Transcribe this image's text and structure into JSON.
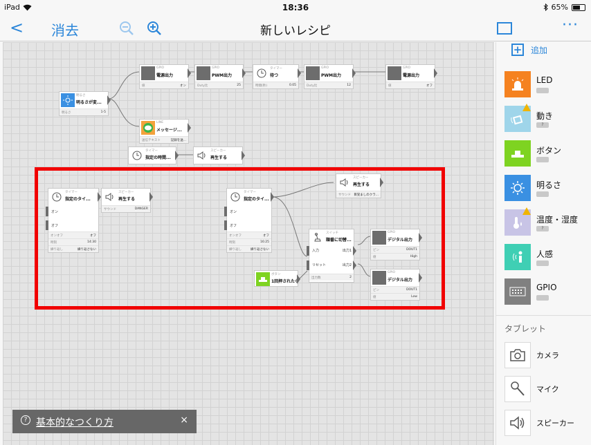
{
  "status_bar": {
    "device": "iPad",
    "time": "18:36",
    "battery": "65%",
    "battery_level": 0.65
  },
  "nav": {
    "back": "<",
    "clear": "消去",
    "title": "新しいレシピ",
    "more": "···"
  },
  "hint": {
    "text": "基本的なつくり方",
    "close": "×"
  },
  "sidebar": {
    "add": "追加",
    "items": [
      {
        "name": "LED",
        "color": "#f58220",
        "icon": "alert-light-icon",
        "badge": ""
      },
      {
        "name": "動き",
        "color": "#9fd5ea",
        "icon": "motion-icon",
        "badge": "?"
      },
      {
        "name": "ボタン",
        "color": "#7ed321",
        "icon": "button-icon",
        "badge": ""
      },
      {
        "name": "明るさ",
        "color": "#3a90e2",
        "icon": "brightness-icon",
        "badge": ""
      },
      {
        "name": "温度・湿度",
        "color": "#c8c4e6",
        "icon": "thermometer-icon",
        "badge": "?"
      },
      {
        "name": "人感",
        "color": "#3fcfb4",
        "icon": "person-sensor-icon",
        "badge": ""
      },
      {
        "name": "GPIO",
        "color": "#808080",
        "icon": "gpio-icon",
        "badge": ""
      }
    ],
    "section": "タブレット",
    "tablet": [
      {
        "name": "カメラ",
        "icon": "camera-icon"
      },
      {
        "name": "マイク",
        "icon": "microphone-icon"
      },
      {
        "name": "スピーカー",
        "icon": "speaker-icon"
      }
    ]
  },
  "canvas": {
    "b01": {
      "type": "明るさ",
      "name": "明るさが変...",
      "rows": [
        [
          "明るさ",
          "1-5"
        ]
      ]
    },
    "b02": {
      "type": "GPIO",
      "name": "電源出力",
      "rows": [
        [
          "値",
          "オン"
        ]
      ]
    },
    "b03": {
      "type": "GPIO",
      "name": "PWM出力",
      "rows": [
        [
          "Duty比",
          "25"
        ]
      ]
    },
    "b04": {
      "type": "タイマー",
      "name": "待つ",
      "rows": [
        [
          "時間(秒)",
          "0.05"
        ]
      ]
    },
    "b05": {
      "type": "GPIO",
      "name": "PWM出力",
      "rows": [
        [
          "Duty比",
          "12"
        ]
      ]
    },
    "b06": {
      "type": "GPIO",
      "name": "電源出力",
      "rows": [
        [
          "値",
          "オフ"
        ]
      ]
    },
    "b07": {
      "type": "LINE",
      "name": "メッセージ...",
      "rows": [
        [
          "送信テキスト",
          "記録を送..."
        ]
      ]
    },
    "b08": {
      "type": "タイマー",
      "name": "指定の時間...",
      "rows": []
    },
    "b09": {
      "type": "スピーカー",
      "name": "再生する",
      "rows": []
    },
    "b10": {
      "type": "タイマー",
      "name": "指定のタイ...",
      "on": "オン",
      "off": "オフ",
      "rows": [
        [
          "オンオフ",
          "オフ"
        ],
        [
          "時刻",
          "14:30"
        ],
        [
          "繰り返し",
          "繰り返さない"
        ]
      ]
    },
    "b11": {
      "type": "スピーカー",
      "name": "再生する",
      "rows": [
        [
          "サウンド",
          "DANGER"
        ]
      ]
    },
    "b12": {
      "type": "タイマー",
      "name": "指定のタイ...",
      "on": "オン",
      "off": "オフ",
      "rows": [
        [
          "オンオフ",
          "オフ"
        ],
        [
          "時刻",
          "16:25"
        ],
        [
          "繰り返し",
          "繰り返さない"
        ]
      ]
    },
    "b13": {
      "type": "スピーカー",
      "name": "再生する",
      "rows": [
        [
          "サウンド",
          "目覚ましのクラ..."
        ]
      ]
    },
    "b14": {
      "type": "スイッチ",
      "name": "順番に切替...",
      "in": "入力",
      "reset": "リセット",
      "out1": "出力1",
      "out2": "出力2",
      "rows": [
        [
          "出力数",
          "2"
        ]
      ]
    },
    "b15": {
      "type": "GPIO",
      "name": "デジタル出力",
      "rows": [
        [
          "ピン",
          "DOUT1"
        ],
        [
          "値",
          "High"
        ]
      ]
    },
    "b16": {
      "type": "GPIO",
      "name": "デジタル出力",
      "rows": [
        [
          "ピン",
          "DOUT1"
        ],
        [
          "値",
          "Low"
        ]
      ]
    },
    "b17": {
      "type": "ボタン",
      "name": "1回押されたら",
      "rows": []
    }
  }
}
